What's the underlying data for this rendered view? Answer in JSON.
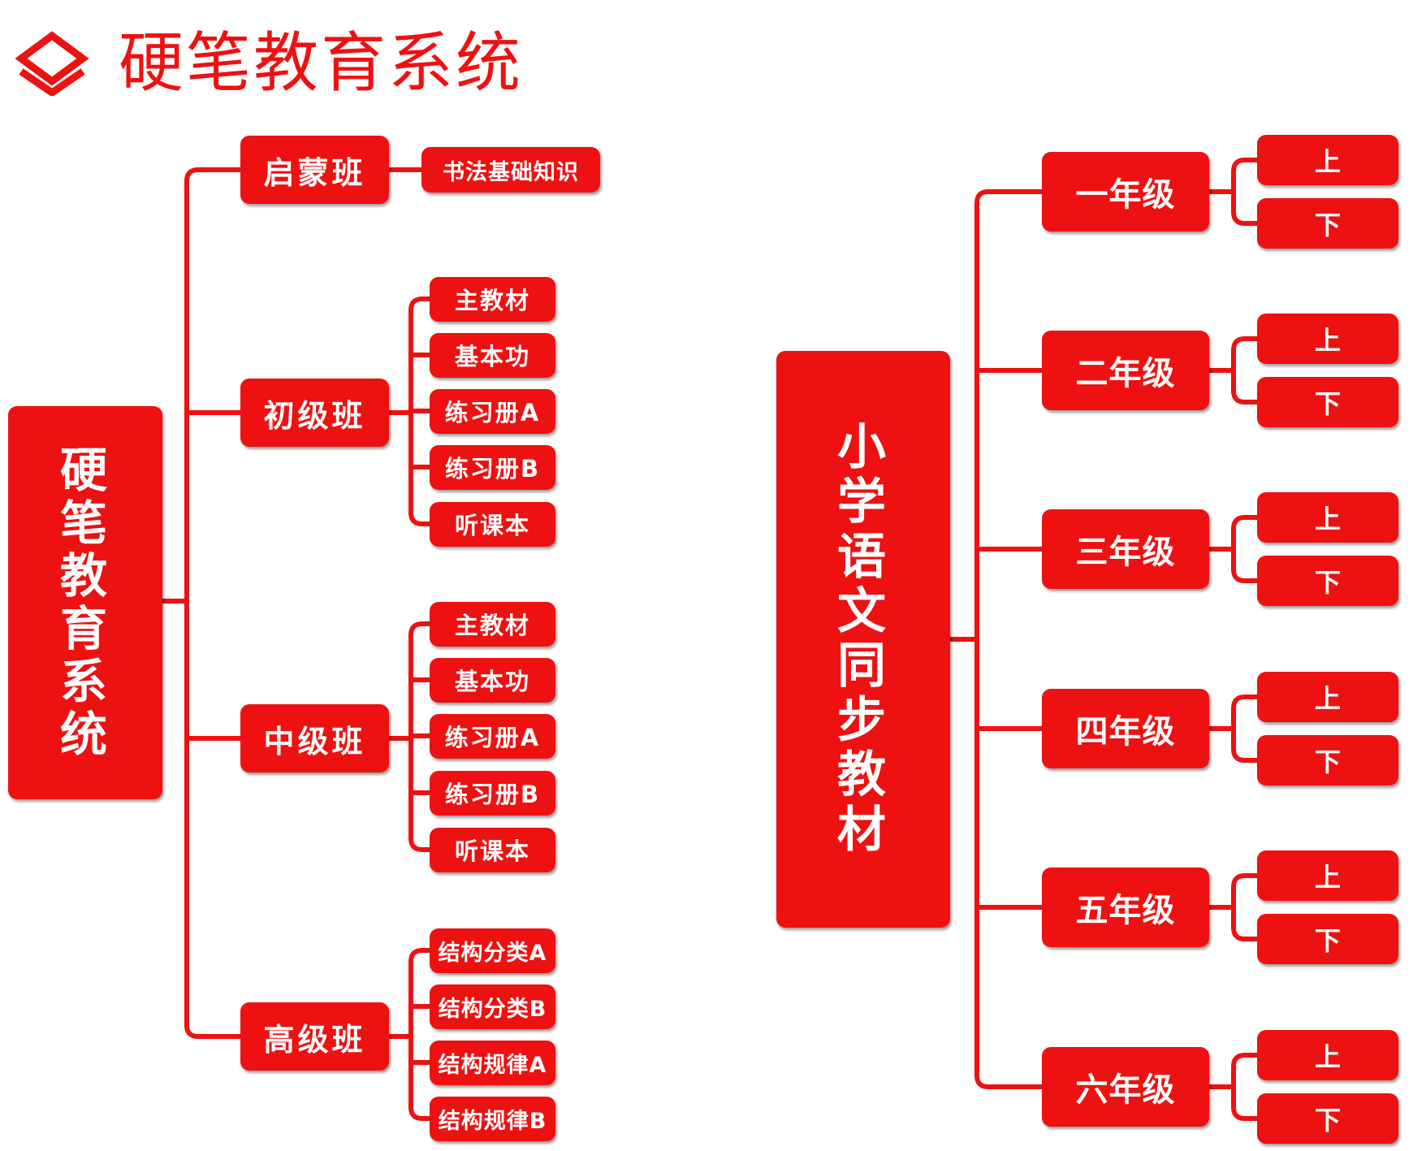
{
  "header": {
    "title": "硬笔教育系统",
    "icon": "layers-icon"
  },
  "colors": {
    "accent": "#ee1111",
    "text": "#ffffff",
    "background": "#ffffff"
  },
  "tree_left": {
    "root": "硬笔教育系统",
    "classes": [
      {
        "name": "启蒙班",
        "items": [
          "书法基础知识"
        ]
      },
      {
        "name": "初级班",
        "items": [
          "主教材",
          "基本功",
          "练习册A",
          "练习册B",
          "听课本"
        ]
      },
      {
        "name": "中级班",
        "items": [
          "主教材",
          "基本功",
          "练习册A",
          "练习册B",
          "听课本"
        ]
      },
      {
        "name": "高级班",
        "items": [
          "结构分类A",
          "结构分类B",
          "结构规律A",
          "结构规律B"
        ]
      }
    ]
  },
  "tree_right": {
    "root": "小学语文同步教材",
    "grades": [
      {
        "name": "一年级",
        "terms": [
          "上",
          "下"
        ]
      },
      {
        "name": "二年级",
        "terms": [
          "上",
          "下"
        ]
      },
      {
        "name": "三年级",
        "terms": [
          "上",
          "下"
        ]
      },
      {
        "name": "四年级",
        "terms": [
          "上",
          "下"
        ]
      },
      {
        "name": "五年级",
        "terms": [
          "上",
          "下"
        ]
      },
      {
        "name": "六年级",
        "terms": [
          "上",
          "下"
        ]
      }
    ]
  }
}
